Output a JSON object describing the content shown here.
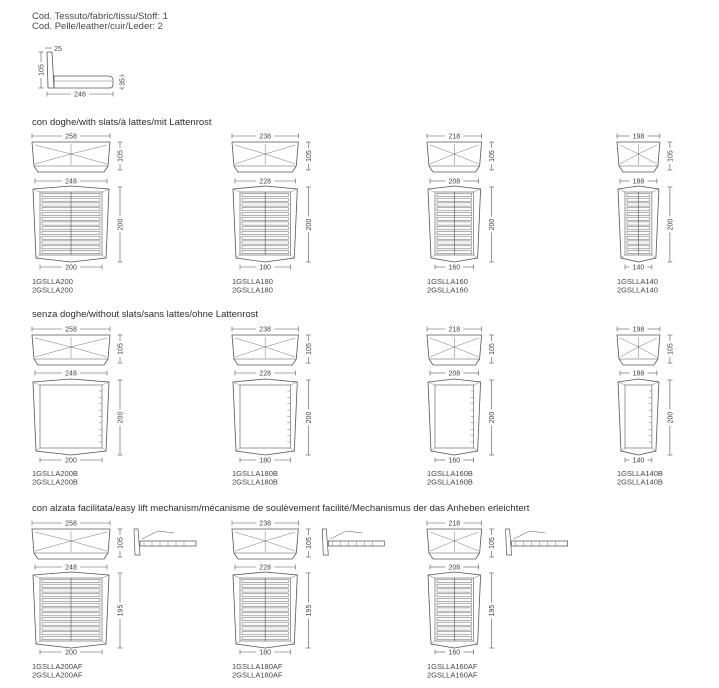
{
  "header": {
    "line1": "Cod. Tessuto/fabric/tissu/Stoff: 1",
    "line2": "Cod. Pelle/leather/cuir/Leder: 2"
  },
  "side_view": {
    "top": "25",
    "height": "105",
    "right": "35",
    "length": "246"
  },
  "sections": [
    {
      "title": "con doghe/with slats/à lattes/mit Lattenrost",
      "slats": true,
      "lift": false,
      "models": [
        {
          "top_w": "258",
          "base_w": "248",
          "hb_h": "105",
          "depth": "200",
          "inner_w": "200",
          "codes": [
            "1GSLLA200",
            "2GSLLA200"
          ]
        },
        {
          "top_w": "238",
          "base_w": "228",
          "hb_h": "105",
          "depth": "200",
          "inner_w": "180",
          "codes": [
            "1GSLLA180",
            "2GSLLA180"
          ]
        },
        {
          "top_w": "218",
          "base_w": "208",
          "hb_h": "105",
          "depth": "200",
          "inner_w": "160",
          "codes": [
            "1GSLLA160",
            "2GSLLA160"
          ]
        },
        {
          "top_w": "198",
          "base_w": "188",
          "hb_h": "105",
          "depth": "200",
          "inner_w": "140",
          "codes": [
            "1GSLLA140",
            "2GSLLA140"
          ]
        }
      ]
    },
    {
      "title": "senza doghe/without slats/sans lattes/ohne Lattenrost",
      "slats": false,
      "lift": false,
      "models": [
        {
          "top_w": "258",
          "base_w": "248",
          "hb_h": "105",
          "depth": "200",
          "inner_w": "200",
          "codes": [
            "1GSLLA200B",
            "2GSLLA200B"
          ]
        },
        {
          "top_w": "238",
          "base_w": "228",
          "hb_h": "105",
          "depth": "200",
          "inner_w": "180",
          "codes": [
            "1GSLLA180B",
            "2GSLLA180B"
          ]
        },
        {
          "top_w": "218",
          "base_w": "208",
          "hb_h": "105",
          "depth": "200",
          "inner_w": "160",
          "codes": [
            "1GSLLA160B",
            "2GSLLA160B"
          ]
        },
        {
          "top_w": "198",
          "base_w": "188",
          "hb_h": "105",
          "depth": "200",
          "inner_w": "140",
          "codes": [
            "1GSLLA140B",
            "2GSLLA140B"
          ]
        }
      ]
    },
    {
      "title": "con alzata facilitata/easy lift mechanism/mécanisme de soulèvement facilité/Mechanismus der das Anheben erleichtert",
      "slats": true,
      "lift": true,
      "models": [
        {
          "top_w": "258",
          "base_w": "248",
          "hb_h": "105",
          "depth": "195",
          "inner_w": "200",
          "codes": [
            "1GSLLA200AF",
            "2GSLLA200AF"
          ]
        },
        {
          "top_w": "238",
          "base_w": "228",
          "hb_h": "105",
          "depth": "195",
          "inner_w": "180",
          "codes": [
            "1GSLLA180AF",
            "2GSLLA180AF"
          ]
        },
        {
          "top_w": "218",
          "base_w": "208",
          "hb_h": "105",
          "depth": "195",
          "inner_w": "160",
          "codes": [
            "1GSLLA160AF",
            "2GSLLA160AF"
          ]
        }
      ]
    }
  ]
}
